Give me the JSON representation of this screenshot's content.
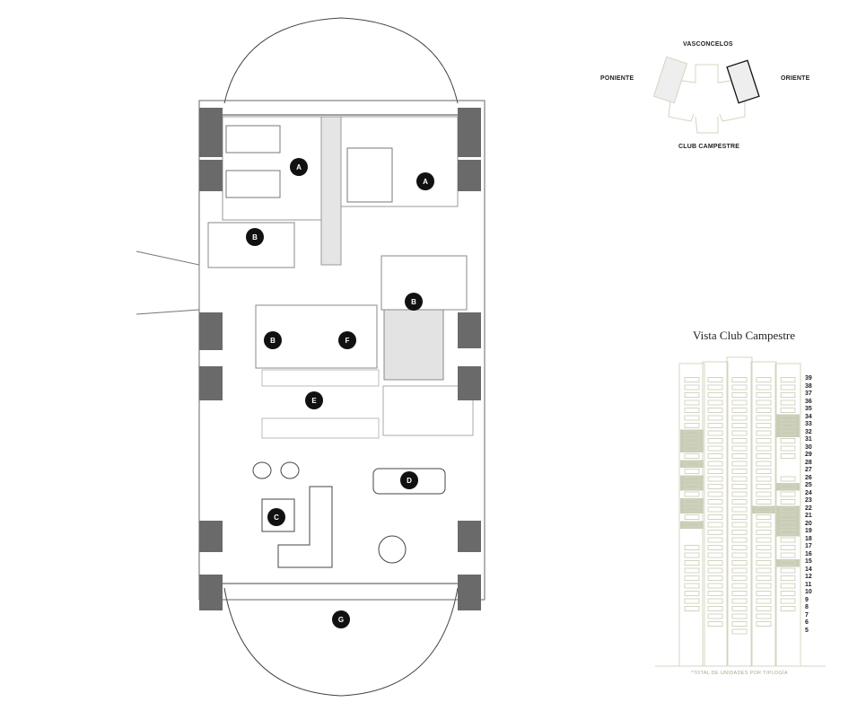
{
  "orientation": {
    "north": "VASCONCELOS",
    "west": "PONIENTE",
    "east": "ORIENTE",
    "south": "CLUB CAMPESTRE"
  },
  "plan": {
    "rooms": [
      {
        "id": "A",
        "label": "A"
      },
      {
        "id": "A2",
        "label": "A"
      },
      {
        "id": "B1",
        "label": "B"
      },
      {
        "id": "B2",
        "label": "B"
      },
      {
        "id": "B3",
        "label": "B"
      },
      {
        "id": "F",
        "label": "F"
      },
      {
        "id": "E",
        "label": "E"
      },
      {
        "id": "D",
        "label": "D"
      },
      {
        "id": "C",
        "label": "C"
      },
      {
        "id": "G",
        "label": "G"
      }
    ]
  },
  "elevation": {
    "title": "Vista Club Campestre",
    "note": "*TOTAL DE UNIDADES POR TIPLOGÍA",
    "floors": [
      "39",
      "38",
      "37",
      "36",
      "35",
      "34",
      "33",
      "32",
      "31",
      "30",
      "29",
      "28",
      "27",
      "26",
      "25",
      "24",
      "23",
      "22",
      "21",
      "20",
      "19",
      "18",
      "17",
      "16",
      "15",
      "14",
      "12",
      "11",
      "10",
      "9",
      "8",
      "7",
      "6",
      "5"
    ],
    "columns": [
      {
        "floors": [
          "39",
          "38",
          "37",
          "36",
          "35",
          "34",
          "33",
          "32",
          "31",
          "30",
          "29",
          "28",
          "27",
          "26",
          "25",
          "24",
          "23",
          "22",
          "21",
          "20",
          "17",
          "16",
          "15",
          "14",
          "12",
          "11",
          "10",
          "9",
          "8"
        ],
        "highlighted": [
          "32",
          "31",
          "30",
          "28",
          "26",
          "25",
          "23",
          "22",
          "20"
        ]
      },
      {
        "floors": [
          "39",
          "38",
          "37",
          "36",
          "35",
          "34",
          "33",
          "32",
          "31",
          "30",
          "29",
          "28",
          "27",
          "26",
          "25",
          "24",
          "23",
          "22",
          "21",
          "20",
          "19",
          "18",
          "17",
          "16",
          "15",
          "14",
          "12",
          "11",
          "10",
          "9",
          "8",
          "7",
          "6"
        ],
        "highlighted": []
      },
      {
        "floors": [
          "39",
          "38",
          "37",
          "36",
          "35",
          "34",
          "33",
          "32",
          "31",
          "30",
          "29",
          "28",
          "27",
          "26",
          "25",
          "24",
          "23",
          "22",
          "21",
          "20",
          "19",
          "18",
          "17",
          "16",
          "15",
          "14",
          "12",
          "11",
          "10",
          "9",
          "8",
          "7",
          "6",
          "5"
        ],
        "highlighted": []
      },
      {
        "floors": [
          "39",
          "38",
          "37",
          "36",
          "35",
          "34",
          "33",
          "32",
          "31",
          "30",
          "29",
          "28",
          "27",
          "26",
          "25",
          "24",
          "23",
          "22",
          "21",
          "20",
          "19",
          "18",
          "17",
          "16",
          "15",
          "14",
          "12",
          "11",
          "10",
          "9",
          "8",
          "7",
          "6"
        ],
        "highlighted": [
          "22"
        ]
      },
      {
        "floors": [
          "39",
          "38",
          "37",
          "36",
          "35",
          "34",
          "33",
          "32",
          "31",
          "30",
          "29",
          "26",
          "25",
          "24",
          "23",
          "22",
          "21",
          "20",
          "19",
          "18",
          "17",
          "16",
          "15",
          "14",
          "12",
          "11",
          "10",
          "9",
          "8"
        ],
        "highlighted": [
          "34",
          "33",
          "32",
          "25",
          "22",
          "21",
          "20",
          "19",
          "15"
        ]
      }
    ],
    "colors": {
      "line": "#d4d4c0",
      "fill": "#c9cdb6"
    }
  }
}
